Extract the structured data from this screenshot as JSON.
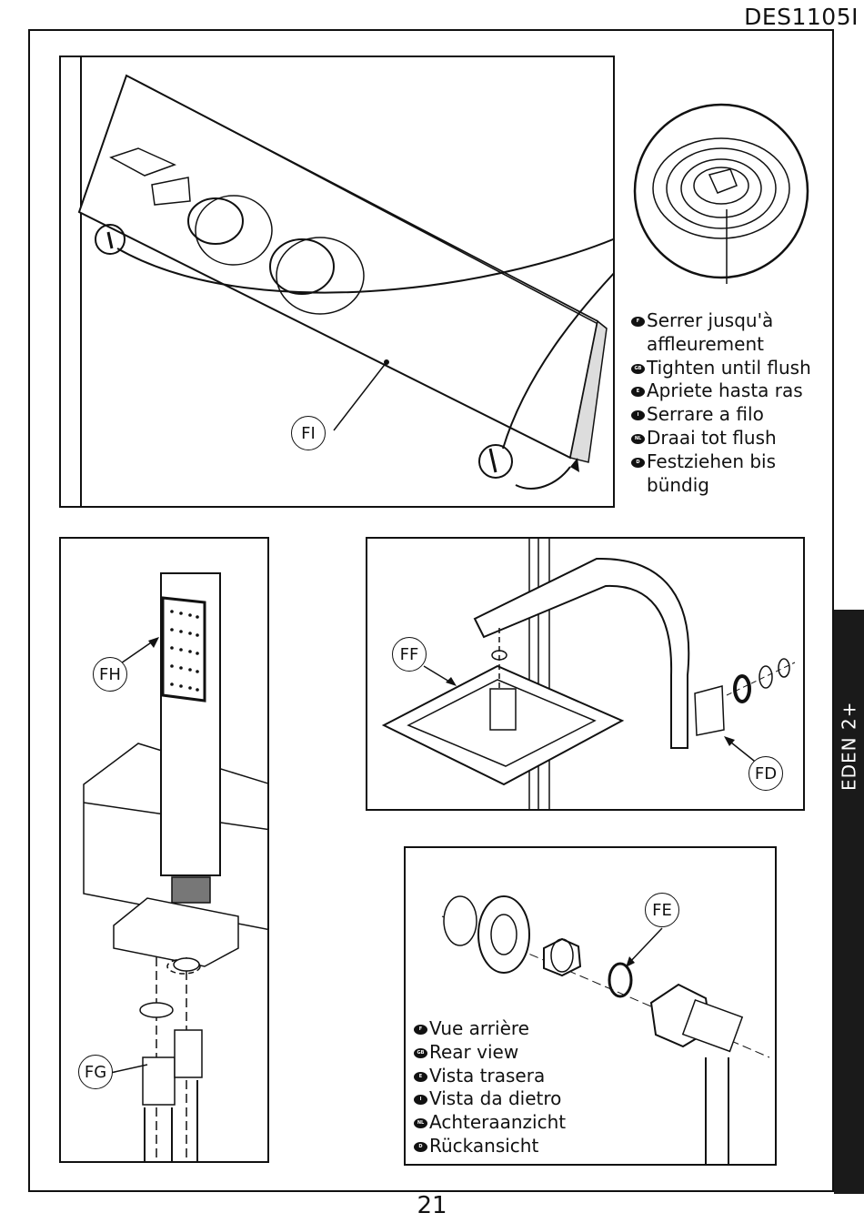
{
  "header": {
    "doc_code": "DES1105I"
  },
  "side_tab": {
    "label": "EDEN 2+"
  },
  "page_number": "21",
  "callouts": {
    "fi": "FI",
    "fh": "FH",
    "ff": "FF",
    "fd": "FD",
    "fe": "FE",
    "fg": "FG"
  },
  "tighten_note": [
    {
      "lang": "F",
      "text": "Serrer jusqu'à affleurement"
    },
    {
      "lang": "GB",
      "text": "Tighten until flush"
    },
    {
      "lang": "E",
      "text": "Apriete hasta ras"
    },
    {
      "lang": "I",
      "text": "Serrare a filo"
    },
    {
      "lang": "NL",
      "text": "Draai tot flush"
    },
    {
      "lang": "D",
      "text": "Festziehen bis bündig"
    }
  ],
  "rear_view_note": [
    {
      "lang": "F",
      "text": "Vue arrière"
    },
    {
      "lang": "GB",
      "text": "Rear view"
    },
    {
      "lang": "E",
      "text": "Vista trasera"
    },
    {
      "lang": "I",
      "text": "Vista da dietro"
    },
    {
      "lang": "NL",
      "text": "Achteraanzicht"
    },
    {
      "lang": "D",
      "text": "Rückansicht"
    }
  ]
}
